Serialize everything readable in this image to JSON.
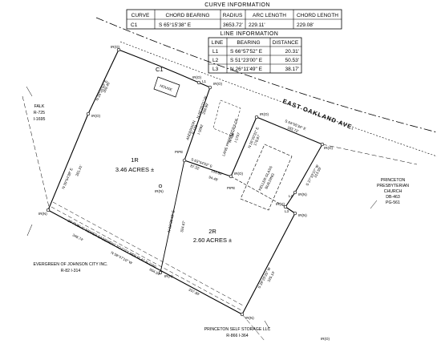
{
  "curve_info": {
    "title": "CURVE INFORMATION",
    "headers": [
      "CURVE",
      "CHORD BEARING",
      "RADIUS",
      "ARC LENGTH",
      "CHORD LENGTH"
    ],
    "rows": [
      [
        "C1",
        "S 65°15'38\" E",
        "3653.72'",
        "229.11'",
        "229.08'"
      ]
    ]
  },
  "line_info": {
    "title": "LINE INFORMATION",
    "headers": [
      "LINE",
      "BEARING",
      "DISTANCE"
    ],
    "rows": [
      [
        "L1",
        "S 66°57'52\" E",
        "20.31'"
      ],
      [
        "L2",
        "S 51°23'00\" E",
        "50.53'"
      ],
      [
        "L3",
        "N 26°11'49\" E",
        "38.17'"
      ]
    ]
  },
  "labels": {
    "road": "EAST OAKLAND AVE.",
    "tract_1r_name": "1R",
    "tract_1r_area": "3.46 ACRES ±",
    "tract_2r_name": "2R",
    "tract_2r_area": "2.60 ACRES ±",
    "house": "HOUSE",
    "c1": "C1",
    "l1": "L1",
    "l2": "L2",
    "l3": "L3",
    "falk_1": "FALK",
    "falk_2": "R-725",
    "falk_3": "I-1695",
    "evergreen_1": "EVERGREEN OF JOHNSON CITY INC.",
    "evergreen_2": "R-82 I-314",
    "storage_1": "PRINCETON SELF STORAGE LLC",
    "storage_2": "R-866 I-364",
    "church_1": "PRINCETON",
    "church_2": "PRESBYTERIAN",
    "church_3": "CHURCH",
    "church_4": "DB-463",
    "church_5": "PG-561",
    "anderson_1": "ANDERSON",
    "anderson_2": "R-423",
    "anderson_3": "I-1692",
    "lane_1": "LANE PROPERTIES OF",
    "lane_2": "R-428",
    "lane_3": "I-1707",
    "keller_1": "KELLER GLASS",
    "keller_2": "BUILDING",
    "brg_west": "N 39°54'38\" E",
    "dist_west": "281.31'",
    "brg_nw": "N 26°26'50\" E",
    "dist_nw": "309.45'",
    "brg_and_w": "N 26°25'21\" W",
    "dist_and_w": "209.99'",
    "brg_lane_e": "N 26°20'31\" E",
    "dist_lane_e": "178.87'",
    "brg_top_e": "S 64°05'34\" E",
    "dist_top_e": "183.72'",
    "brg_mid_1": "S 63°54'52\" E",
    "dist_mid_1a": "87.32'",
    "dist_mid_1b": "153.80'",
    "dist_mid_2": "94.48'",
    "brg_mid_v": "N 26°35'48\" E",
    "dist_mid_v": "324.67'",
    "brg_east_lower": "S 37°33'37\" W",
    "dist_east_lower": "313.55'",
    "brg_south": "S 39°25'25\" W",
    "dist_south": "325.14'",
    "brg_sw": "N 59°47'10\" W",
    "dist_sw_a": "604.54'",
    "dist_sw_b": "257.90'",
    "dist_sw_c": "348.74'",
    "easement": "20' PUBLIC SEWER EASEMENT TO CITY PER PLAT R-1160",
    "pipe_1": "PIPE",
    "pipe_2": "PIPE",
    "ir_1": "IR(O)",
    "ir_2": "IR(O)",
    "ir_3": "IR(O)",
    "ir_4": "IR(O)",
    "ir_5": "IR(O)",
    "ir_6": "IR(N)",
    "ir_7": "IR(N)",
    "ir_8": "IR(O)",
    "ir_9": "IR(N)",
    "ir_10": "IR(N)",
    "ir_11": "IR(O)",
    "ir_12": "IR(N)",
    "ir_13": "IR(N)",
    "ir_14": "IR(O)",
    "ir_15": "IR(O)"
  }
}
